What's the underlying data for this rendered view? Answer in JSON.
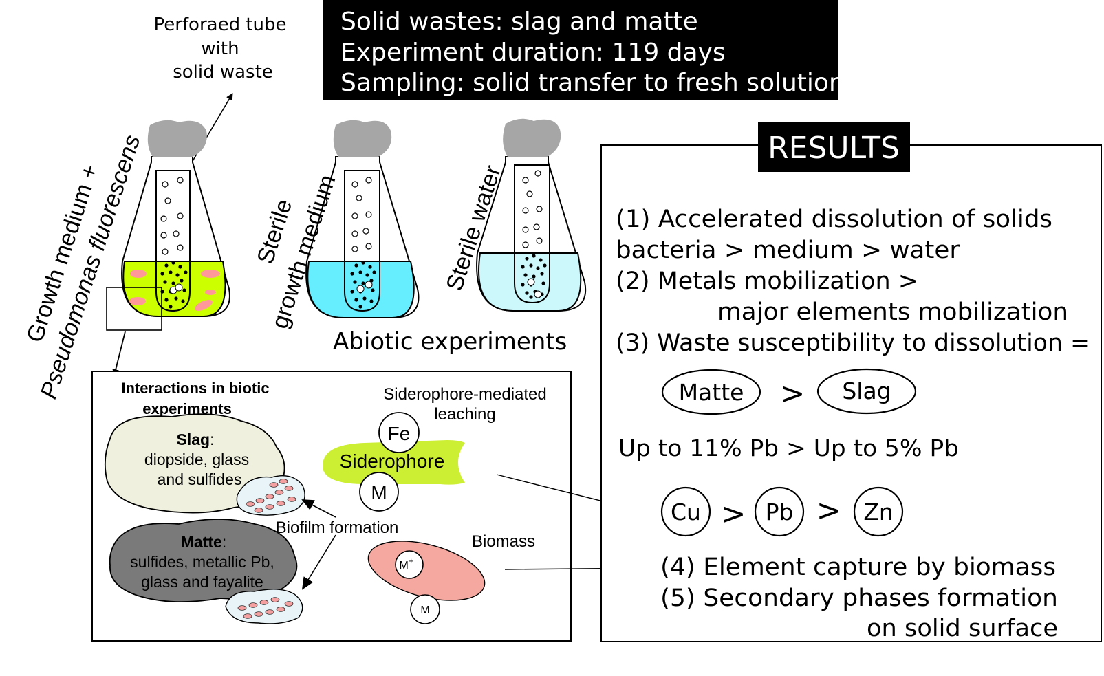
{
  "header_box": {
    "lines": [
      "Solid wastes: slag and matte",
      "Experiment duration: 119 days",
      "Sampling: solid transfer to fresh solution"
    ]
  },
  "tube_label": {
    "lines": [
      "Perforaed tube",
      "with",
      "solid waste"
    ]
  },
  "flask_labels": {
    "biotic_1": "Growth medium +",
    "biotic_2": "Pseudomonas fluorescens",
    "sterile_1": "Sterile",
    "sterile_2": "growth medium",
    "water": "Sterile water"
  },
  "abiotic_label": "Abiotic experiments",
  "interactions": {
    "title_1": "Interactions in biotic",
    "title_2": "experiments",
    "slag_name": "Slag",
    "slag_lines": [
      "diopside, glass",
      "and sulfides"
    ],
    "matte_name": "Matte",
    "matte_lines": [
      "sulfides, metallic Pb,",
      "glass and fayalite"
    ],
    "biofilm": "Biofilm formation",
    "siderophore_title_1": "Siderophore-mediated",
    "siderophore_title_2": "leaching",
    "fe": "Fe",
    "siderophore": "Siderophore",
    "metal": "M",
    "biomass": "Biomass",
    "metal_plus": "M",
    "plus": "+",
    "metal_small": "M"
  },
  "results": {
    "title": "RESULTS",
    "lines": [
      "(1) Accelerated dissolution of solids",
      "bacteria > medium > water",
      "(2) Metals mobilization >",
      "major elements mobilization",
      "(3) Waste susceptibility to dissolution ="
    ],
    "matte": "Matte",
    "gt": ">",
    "slag": "Slag",
    "pb_compare": "Up to 11% Pb > Up to 5% Pb",
    "metals": [
      "Cu",
      "Pb",
      "Zn"
    ],
    "lines_after": [
      "(4) Element capture by biomass",
      "(5) Secondary phases formation",
      "on solid surface"
    ]
  },
  "colors": {
    "black": "#000000",
    "cap_gray": "#a6a6a6",
    "biotic_liquid": "#ccff00",
    "sterile_medium": "#66eeff",
    "sterile_water": "#ccf7fb",
    "bacteria_pink": "#ff9999",
    "slag_fill": "#f0f0df",
    "matte_fill": "#7a7a7a",
    "biofilm_fill": "#e8f4f8",
    "siderophore_fill": "#ccee33",
    "biomass_fill": "#f5a8a0"
  }
}
